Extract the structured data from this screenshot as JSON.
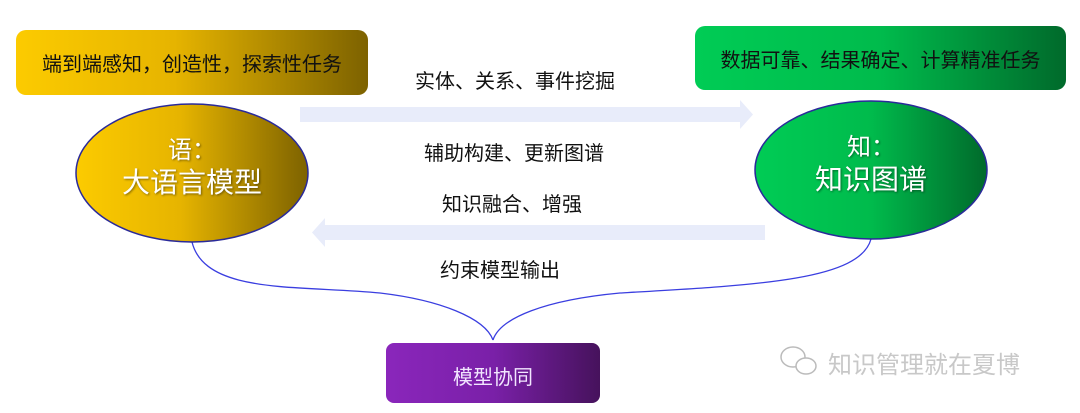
{
  "llm": {
    "task_box": "端到端感知，创造性，探索性任务",
    "title_line1": "语：",
    "title_line2": "大语言模型"
  },
  "kg": {
    "task_box": "数据可靠、结果确定、计算精准任务",
    "title_line1": "知：",
    "title_line2": "知识图谱"
  },
  "arrows": {
    "right_top_label": "实体、关系、事件挖掘",
    "right_bottom_label": "辅助构建、更新图谱",
    "left_top_label": "知识融合、增强",
    "left_bottom_label": "约束模型输出"
  },
  "collab_box": "模型协同",
  "watermark": "知识管理就在夏博",
  "colors": {
    "yellow": "#f9c800",
    "yellow_dark": "#8a6a00",
    "green": "#00c853",
    "green_dark": "#006b2c",
    "purple": "#8624b8",
    "purple_dark": "#47125e",
    "arrow": "#e8ecfa",
    "line": "#3a3ee0"
  }
}
